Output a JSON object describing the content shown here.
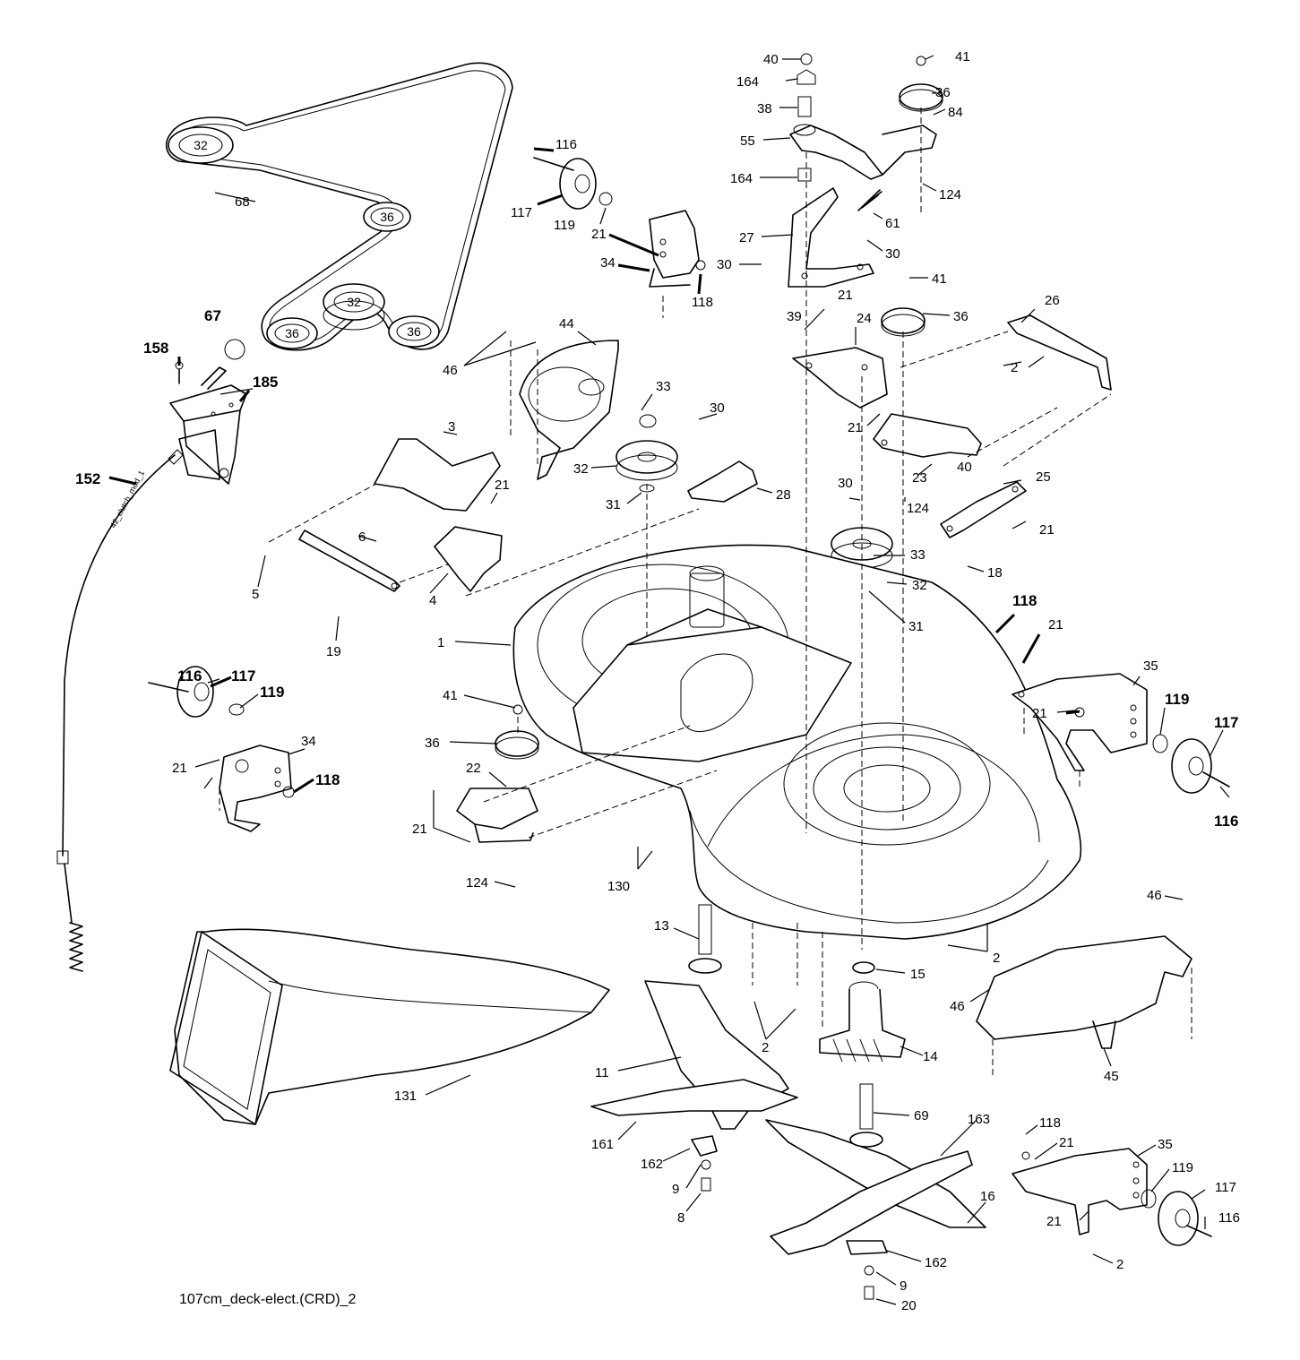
{
  "caption": "107cm_deck-elect.(CRD)_2",
  "cable_tag": "42_clutch_mod_1",
  "belt_pulleys": {
    "p1": "32",
    "p2": "36",
    "p3": "32",
    "p4": "36",
    "p5": "36"
  },
  "labels": {
    "l1": "1",
    "l2a": "2",
    "l2b": "2",
    "l2c": "2",
    "l2d": "2",
    "l3": "3",
    "l4": "4",
    "l5": "5",
    "l6": "6",
    "l8": "8",
    "l9a": "9",
    "l9b": "9",
    "l11": "11",
    "l13": "13",
    "l14": "14",
    "l15": "15",
    "l16": "16",
    "l18": "18",
    "l19": "19",
    "l20": "20",
    "l21a": "21",
    "l21b": "21",
    "l21c": "21",
    "l21d": "21",
    "l21e": "21",
    "l21f": "21",
    "l21g": "21",
    "l21h": "21",
    "l21i": "21",
    "l21j": "21",
    "l21k": "21",
    "l22": "22",
    "l23": "23",
    "l24": "24",
    "l25": "25",
    "l26": "26",
    "l27": "27",
    "l28": "28",
    "l30a": "30",
    "l30b": "30",
    "l30c": "30",
    "l30d": "30",
    "l31a": "31",
    "l31b": "31",
    "l32a": "32",
    "l32b": "32",
    "l33a": "33",
    "l33b": "33",
    "l34a": "34",
    "l34b": "34",
    "l35a": "35",
    "l35b": "35",
    "l36a": "36",
    "l36b": "36",
    "l36c": "36",
    "l38": "38",
    "l39": "39",
    "l40a": "40",
    "l40b": "40",
    "l41a": "41",
    "l41b": "41",
    "l41c": "41",
    "l44": "44",
    "l45": "45",
    "l46a": "46",
    "l46b": "46",
    "l46c": "46",
    "l55": "55",
    "l61": "61",
    "l67": "67",
    "l68": "68",
    "l69": "69",
    "l84": "84",
    "l116a": "116",
    "l116b": "116",
    "l116c": "116",
    "l116d": "116",
    "l117a": "117",
    "l117b": "117",
    "l117c": "117",
    "l117d": "117",
    "l118a": "118",
    "l118b": "118",
    "l118c": "118",
    "l118d": "118",
    "l119a": "119",
    "l119b": "119",
    "l119c": "119",
    "l119d": "119",
    "l124a": "124",
    "l124b": "124",
    "l124c": "124",
    "l130": "130",
    "l131": "131",
    "l152": "152",
    "l158": "158",
    "l161": "161",
    "l162a": "162",
    "l162b": "162",
    "l163": "163",
    "l164a": "164",
    "l164b": "164",
    "l185": "185"
  }
}
